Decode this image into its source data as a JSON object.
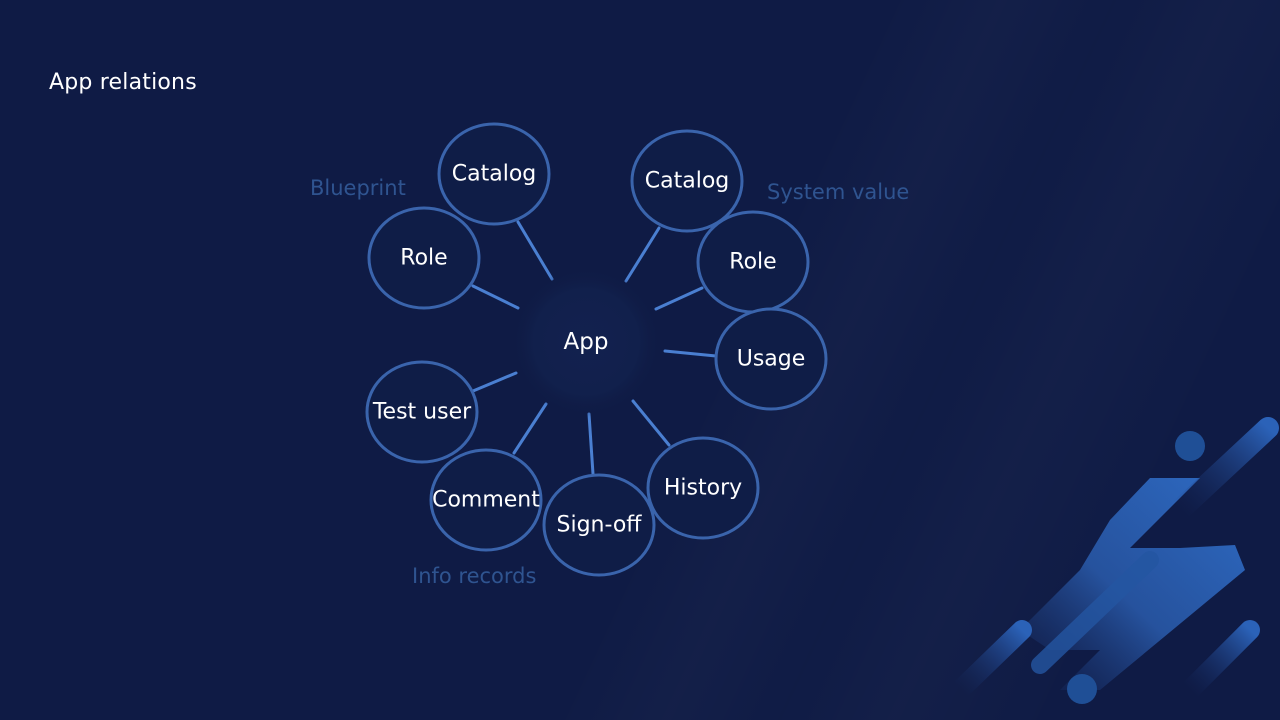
{
  "title": "App relations",
  "groups": {
    "blueprint": "Blueprint",
    "system_value": "System value",
    "info_records": "Info records"
  },
  "center": {
    "label": "App"
  },
  "nodes": [
    {
      "id": "catalog-blueprint",
      "label": "Catalog"
    },
    {
      "id": "role-blueprint",
      "label": "Role"
    },
    {
      "id": "catalog-system",
      "label": "Catalog"
    },
    {
      "id": "role-system",
      "label": "Role"
    },
    {
      "id": "usage",
      "label": "Usage"
    },
    {
      "id": "history",
      "label": "History"
    },
    {
      "id": "sign-off",
      "label": "Sign-off"
    },
    {
      "id": "comment",
      "label": "Comment"
    },
    {
      "id": "test-user",
      "label": "Test user"
    }
  ],
  "colors": {
    "background": "#0f1b45",
    "node_fill": "#0f1d47",
    "node_stroke": "#3a64ac",
    "connector": "#4a7fd1",
    "group_label": "#2f5490",
    "text": "#ffffff"
  }
}
